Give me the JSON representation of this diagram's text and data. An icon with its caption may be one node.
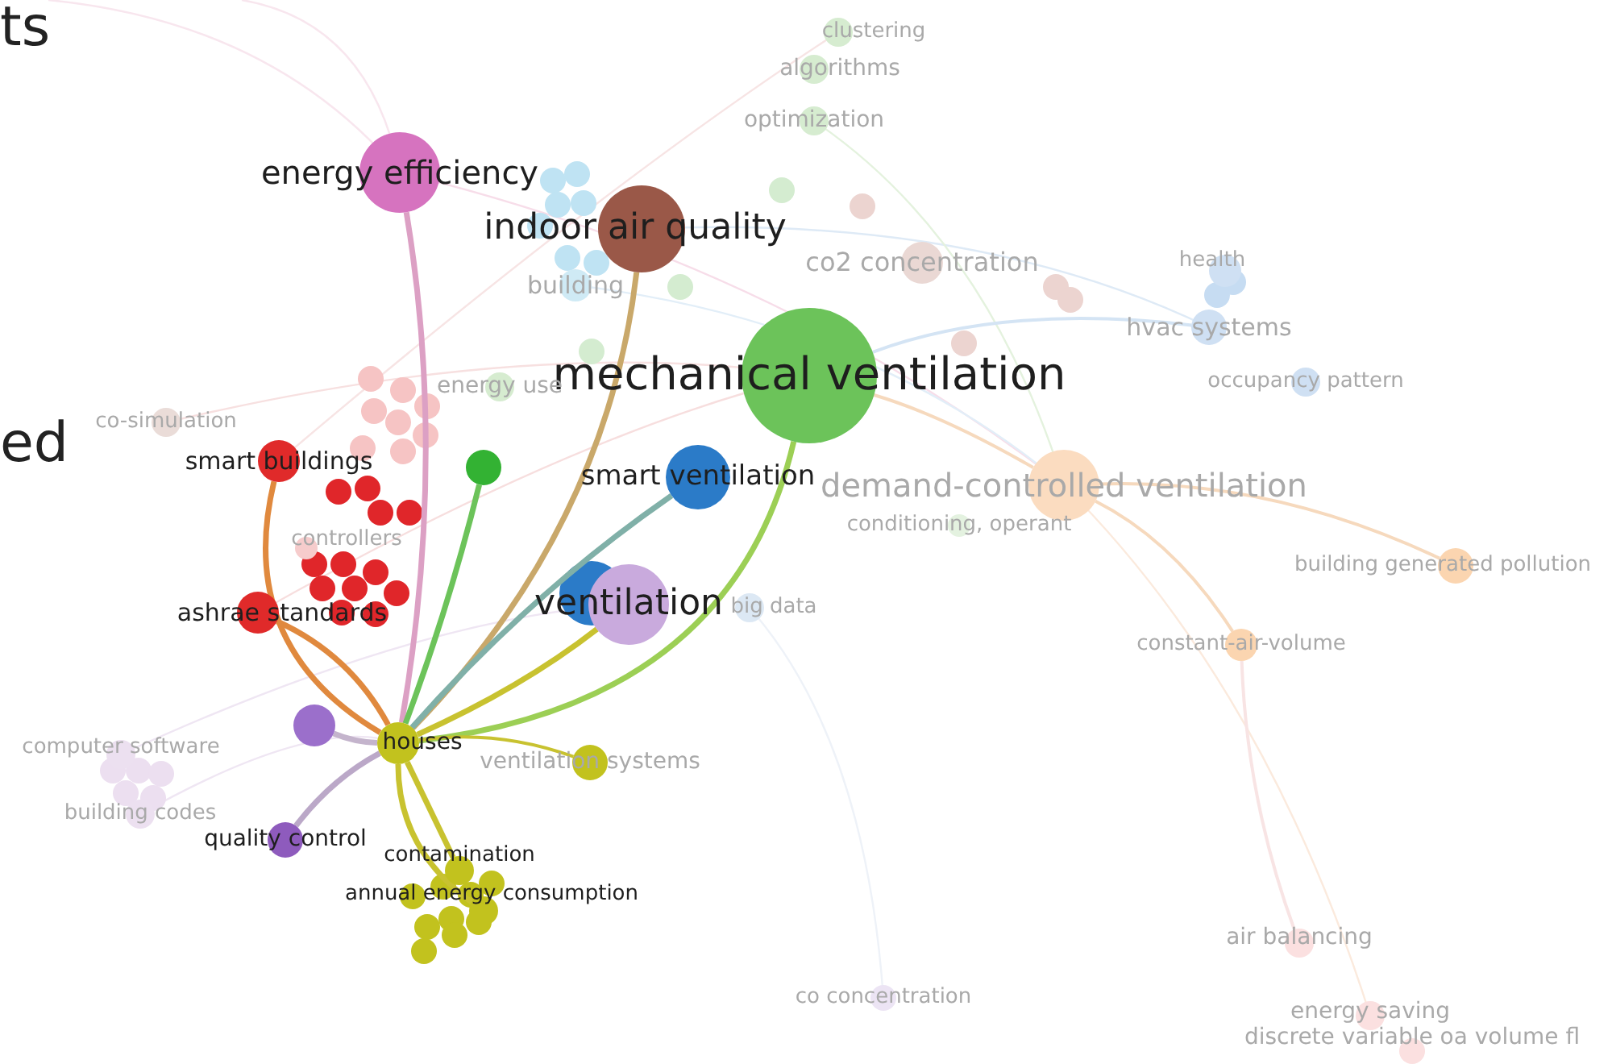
{
  "diagram": {
    "nodes": [
      {
        "text": [
          "energy efficiency"
        ]
      },
      {
        "text": [
          "indoor air quality"
        ]
      },
      {
        "text": [
          "mechanical ventilation"
        ]
      },
      {
        "text": [
          "smart ventilation"
        ]
      },
      {
        "text": [
          "ventilation"
        ]
      },
      {
        "text": [
          "smart buildings"
        ]
      },
      {
        "text": [
          "ashrae standards"
        ]
      },
      {
        "text": [
          "houses"
        ]
      },
      {
        "text": [
          "ventilation systems"
        ]
      },
      {
        "text": [
          "quality control"
        ]
      },
      {
        "text": [
          "contamination"
        ]
      },
      {
        "text": [
          "annual energy consumption"
        ]
      },
      {
        "text": [],
        "shape": "circle"
      },
      {
        "text": [],
        "shape": "circle"
      },
      {
        "text": [
          "clustering"
        ]
      },
      {
        "text": [
          "algorithms"
        ]
      },
      {
        "text": [
          "optimization"
        ]
      },
      {
        "text": [
          "co2 concentration"
        ]
      },
      {
        "text": [
          "health"
        ]
      },
      {
        "text": [
          "hvac systems"
        ]
      },
      {
        "text": [
          "occupancy pattern"
        ]
      },
      {
        "text": [
          "building"
        ]
      },
      {
        "text": [
          "energy use"
        ]
      },
      {
        "text": [
          "co-simulation"
        ]
      },
      {
        "text": [
          "demand-controlled ventilation"
        ]
      },
      {
        "text": [
          "conditioning, operant"
        ]
      },
      {
        "text": [
          "big data"
        ]
      },
      {
        "text": [
          "building generated pollution"
        ]
      },
      {
        "text": [
          "constant-air-volume"
        ]
      },
      {
        "text": [
          "air balancing"
        ]
      },
      {
        "text": [
          "energy saving"
        ]
      },
      {
        "text": [
          "discrete variable oa volume fl"
        ]
      },
      {
        "text": [
          "co concentration"
        ]
      },
      {
        "text": [
          "computer software"
        ]
      },
      {
        "text": [
          "building codes"
        ]
      },
      {
        "text": [
          "controllers"
        ]
      }
    ],
    "edges": [
      {
        "from": 7,
        "to": 0,
        "arrow": "none",
        "color": "#dca0c4"
      },
      {
        "from": 7,
        "to": 1,
        "arrow": "none",
        "color": "#c9a86a"
      },
      {
        "from": 7,
        "to": 2,
        "arrow": "none",
        "color": "#9ccf55"
      },
      {
        "from": 7,
        "to": 3,
        "arrow": "none",
        "color": "#80b0a8"
      },
      {
        "from": 7,
        "to": 4,
        "arrow": "none"
      },
      {
        "from": 7,
        "to": 5,
        "arrow": "none",
        "color": "#e0893e"
      },
      {
        "from": 7,
        "to": 6,
        "arrow": "none",
        "color": "#e0893e"
      },
      {
        "from": 7,
        "to": 8,
        "arrow": "none"
      },
      {
        "from": 7,
        "to": 9,
        "arrow": "none",
        "color": "#bba8c8"
      },
      {
        "from": 7,
        "to": 10,
        "arrow": "none"
      },
      {
        "from": 7,
        "to": 11,
        "arrow": "none"
      },
      {
        "from": 7,
        "to": 12,
        "arrow": "none",
        "color": "#c4b4cc"
      },
      {
        "from": 7,
        "to": 13,
        "arrow": "none",
        "color": "#6cc35a"
      },
      {
        "from": 2,
        "to": 24,
        "arrow": "none",
        "color": "#f6d9bd"
      },
      {
        "from": 24,
        "to": 28,
        "arrow": "none",
        "color": "#f6d9bd"
      },
      {
        "from": 24,
        "to": 27,
        "arrow": "none",
        "color": "#f6d9bd"
      },
      {
        "from": 2,
        "to": 19,
        "arrow": "none",
        "color": "#d4e4f4"
      },
      {
        "from": 28,
        "to": 29,
        "arrow": "none",
        "color": "#f8e4e4"
      }
    ],
    "labels": [
      "ts",
      "ed"
    ]
  }
}
